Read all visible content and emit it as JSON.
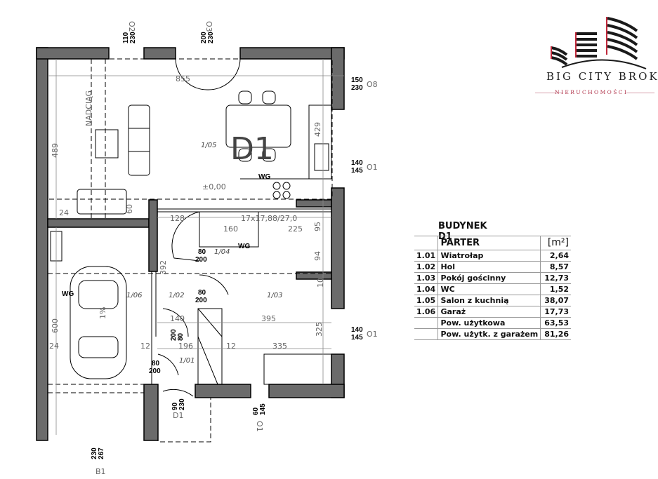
{
  "plan": {
    "building_label": "D1",
    "level_mark": "±0,00",
    "rooms": [
      "1/01",
      "1/02",
      "1/03",
      "1/04",
      "1/05",
      "1/06"
    ],
    "annotations": {
      "nadciag": "NADCIĄG",
      "wg_kitchen": "WG",
      "wg_wc": "WG",
      "wg_garage": "WG",
      "stairs": "17x17,88/27,0",
      "slope": "1%"
    },
    "dimensions": {
      "d855": "855",
      "d429": "429",
      "d489": "489",
      "d128": "128",
      "d160": "160",
      "d225": "225",
      "d95": "95",
      "d94": "94",
      "d392": "392",
      "d395": "395",
      "d325": "325",
      "d335": "335",
      "d196": "196",
      "d140": "140",
      "d600": "600",
      "d24a": "24",
      "d24b": "24",
      "d60": "60",
      "d12a": "12",
      "d12b": "12",
      "d10": "10"
    },
    "openings": {
      "o2": {
        "tag": "O2",
        "w": "110",
        "h": "230"
      },
      "o3": {
        "tag": "O3",
        "w": "200",
        "h": "230"
      },
      "o8": {
        "tag": "O8",
        "w": "150",
        "h": "230"
      },
      "o1a": {
        "tag": "O1",
        "w": "140",
        "h": "145"
      },
      "o1b": {
        "tag": "O1",
        "w": "140",
        "h": "145"
      },
      "o1c": {
        "tag": "O1",
        "w": "60",
        "h": "145"
      },
      "d1": {
        "tag": "D1",
        "w": "90",
        "h": "230"
      },
      "b1": {
        "tag": "B1",
        "w": "230",
        "h": "267"
      },
      "door_wc": {
        "w": "80",
        "h": "200"
      },
      "door_hol": {
        "w": "80",
        "h": "200"
      },
      "door_wiatr": {
        "w": "80",
        "h": "200"
      },
      "door_side": {
        "w": "80",
        "h": "200"
      }
    }
  },
  "logo": {
    "name": "BIG CITY BROKER",
    "subtitle": "NIERUCHOMOŚCI",
    "colors": {
      "dark": "#1a1a1a",
      "accent": "#c0283a"
    }
  },
  "area_table": {
    "title": "BUDYNEK D1",
    "header": {
      "label": "PARTER",
      "unit": "[m²]"
    },
    "rows": [
      {
        "no": "1.01",
        "name": "Wiatrołap",
        "area": "2,64"
      },
      {
        "no": "1.02",
        "name": "Hol",
        "area": "8,57"
      },
      {
        "no": "1.03",
        "name": "Pokój gościnny",
        "area": "12,73"
      },
      {
        "no": "1.04",
        "name": "WC",
        "area": "1,52"
      },
      {
        "no": "1.05",
        "name": "Salon z kuchnią",
        "area": "38,07"
      },
      {
        "no": "1.06",
        "name": "Garaż",
        "area": "17,73"
      }
    ],
    "totals": [
      {
        "name": "Pow. użytkowa",
        "area": "63,53"
      },
      {
        "name": "Pow. użytk. z garażem",
        "area": "81,26"
      }
    ]
  }
}
